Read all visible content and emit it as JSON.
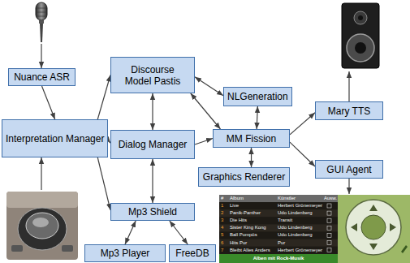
{
  "diagram": {
    "nodes": [
      {
        "text": [
          "Nuance ASR"
        ]
      },
      {
        "text": [
          "Discourse Model Pastis"
        ]
      },
      {
        "text": [
          "NLGeneration"
        ]
      },
      {
        "text": [
          "Mary TTS"
        ]
      },
      {
        "text": [
          "Interpretation Manager"
        ]
      },
      {
        "text": [
          "Dialog Manager"
        ]
      },
      {
        "text": [
          "MM Fission"
        ]
      },
      {
        "text": [
          "GUI Agent"
        ]
      },
      {
        "text": [
          "Graphics Renderer"
        ]
      },
      {
        "text": [
          "Mp3 Shield"
        ]
      },
      {
        "text": [
          "Mp3 Player"
        ]
      },
      {
        "text": [
          "FreeDB"
        ]
      }
    ],
    "edges": [
      {
        "from": 0,
        "to": 4,
        "arrow": "to"
      },
      {
        "from": 4,
        "to": 1,
        "arrow": "to"
      },
      {
        "from": 4,
        "to": 5,
        "arrow": "to"
      },
      {
        "from": 4,
        "to": 9,
        "arrow": "to"
      },
      {
        "from": 1,
        "to": 5,
        "arrow": "both"
      },
      {
        "from": 1,
        "to": 2,
        "arrow": "both"
      },
      {
        "from": 1,
        "to": 6,
        "arrow": "both"
      },
      {
        "from": 5,
        "to": 6,
        "arrow": "to"
      },
      {
        "from": 5,
        "to": 9,
        "arrow": "both"
      },
      {
        "from": 2,
        "to": 6,
        "arrow": "both"
      },
      {
        "from": 6,
        "to": 8,
        "arrow": "both"
      },
      {
        "from": 6,
        "to": 3,
        "arrow": "to"
      },
      {
        "from": 6,
        "to": 7,
        "arrow": "to"
      },
      {
        "from": 9,
        "to": 10,
        "arrow": "both"
      },
      {
        "from": 9,
        "to": 11,
        "arrow": "both"
      }
    ],
    "labels": [
      "#",
      "Album",
      "Künstler",
      "Ausw.",
      "1",
      "Live",
      "Herbert Grönemeyer",
      "2",
      "Panik-Panther",
      "Udo Lindenberg",
      "3",
      "Die Hits",
      "Transit",
      "4",
      "Sister King Kong",
      "Udo Lindenberg",
      "5",
      "Ball Pompös",
      "Udo Lindenberg",
      "6",
      "Hits Pur",
      "Pur",
      "7",
      "Bleibt Alles Anders",
      "Herbert Grönemeyer",
      "Alben mit Rock-Musik"
    ]
  }
}
